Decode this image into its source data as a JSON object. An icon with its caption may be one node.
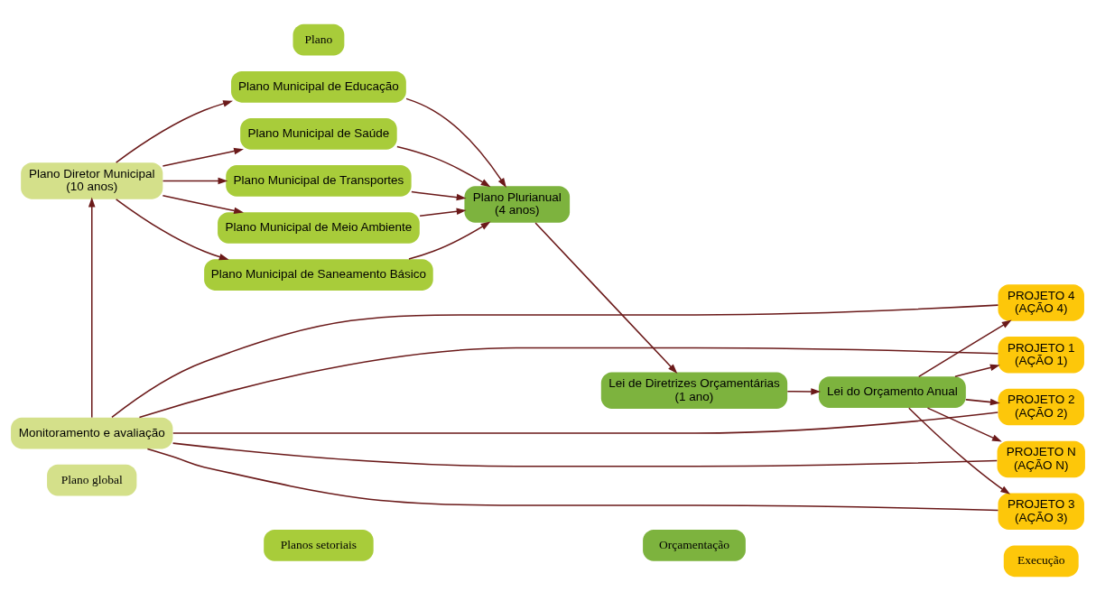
{
  "diagram": {
    "nodes": [
      {
        "text": [
          "Plano global"
        ]
      },
      {
        "text": [
          "Planos setoriais"
        ]
      },
      {
        "text": [
          "Orçamentação"
        ]
      },
      {
        "text": [
          "Execução"
        ]
      },
      {
        "text": [
          "Plano Diretor Municipal",
          "(10 anos)"
        ]
      },
      {
        "text": [
          "Plano Municipal de Saneamento Básico"
        ]
      },
      {
        "text": [
          "Plano Municipal de Educação"
        ]
      },
      {
        "text": [
          "Plano Municipal de Saúde"
        ]
      },
      {
        "text": [
          "Plano Municipal de Transportes"
        ]
      },
      {
        "text": [
          "Plano Municipal de Meio Ambiente"
        ]
      },
      {
        "text": [
          "Plano"
        ]
      },
      {
        "text": [
          "Plano Plurianual",
          "(4 anos)"
        ]
      },
      {
        "text": [
          "Lei de Diretrizes Orçamentárias",
          "(1 ano)"
        ]
      },
      {
        "text": [
          "Lei do Orçamento Anual"
        ]
      },
      {
        "text": [
          "PROJETO 1",
          "(AÇÃO 1)"
        ]
      },
      {
        "text": [
          "PROJETO 2",
          "(AÇÃO 2)"
        ]
      },
      {
        "text": [
          "PROJETO 3",
          "(AÇÃO 3)"
        ]
      },
      {
        "text": [
          "PROJETO 4",
          "(AÇÃO 4)"
        ]
      },
      {
        "text": [
          "PROJETO N",
          "(AÇÃO N)"
        ]
      },
      {
        "text": [
          "Monitoramento e avaliação"
        ]
      }
    ],
    "edges": [
      {
        "from": 4,
        "to": 5,
        "arrow": "to"
      },
      {
        "from": 4,
        "to": 6,
        "arrow": "to"
      },
      {
        "from": 4,
        "to": 7,
        "arrow": "to"
      },
      {
        "from": 4,
        "to": 8,
        "arrow": "to"
      },
      {
        "from": 4,
        "to": 9,
        "arrow": "to"
      },
      {
        "from": 5,
        "to": 11,
        "arrow": "to"
      },
      {
        "from": 6,
        "to": 11,
        "arrow": "to"
      },
      {
        "from": 7,
        "to": 11,
        "arrow": "to"
      },
      {
        "from": 8,
        "to": 11,
        "arrow": "to"
      },
      {
        "from": 9,
        "to": 11,
        "arrow": "to"
      },
      {
        "from": 11,
        "to": 12,
        "arrow": "to"
      },
      {
        "from": 12,
        "to": 13,
        "arrow": "to"
      },
      {
        "from": 13,
        "to": 14,
        "arrow": "to"
      },
      {
        "from": 13,
        "to": 15,
        "arrow": "to"
      },
      {
        "from": 13,
        "to": 16,
        "arrow": "to"
      },
      {
        "from": 13,
        "to": 17,
        "arrow": "to"
      },
      {
        "from": 13,
        "to": 18,
        "arrow": "to"
      },
      {
        "from": 14,
        "to": 19,
        "arrow": "none"
      },
      {
        "from": 15,
        "to": 19,
        "arrow": "none"
      },
      {
        "from": 16,
        "to": 19,
        "arrow": "none"
      },
      {
        "from": 17,
        "to": 19,
        "arrow": "none"
      },
      {
        "from": 18,
        "to": 19,
        "arrow": "none"
      },
      {
        "from": 19,
        "to": 4,
        "arrow": "to"
      }
    ]
  }
}
